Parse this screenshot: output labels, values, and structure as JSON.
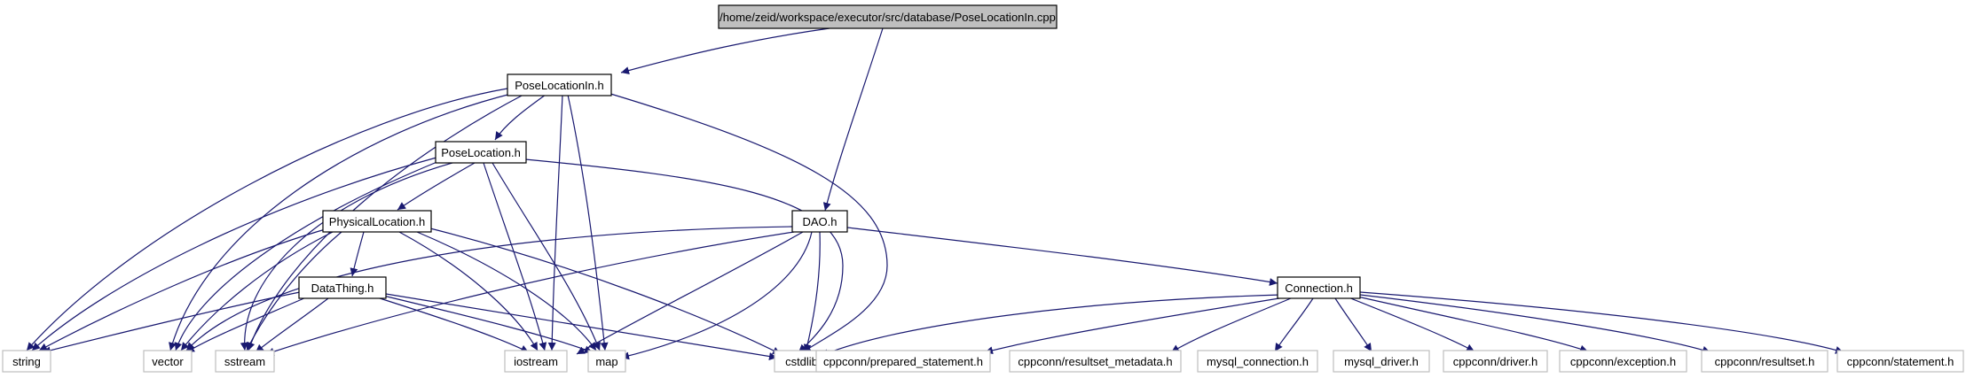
{
  "diagram": {
    "colors": {
      "edge": "#191970",
      "main_fill": "#bfbfbf",
      "local_border": "#000000",
      "system_border": "#bfbfbf",
      "background": "#ffffff"
    },
    "nodes": {
      "main": "/home/zeid/workspace/executor/src/database/PoseLocationIn.cpp",
      "poselocationin_h": "PoseLocationIn.h",
      "poselocation_h": "PoseLocation.h",
      "physicallocation_h": "PhysicalLocation.h",
      "datathing_h": "DataThing.h",
      "dao_h": "DAO.h",
      "connection_h": "Connection.h",
      "string": "string",
      "vector": "vector",
      "sstream": "sstream",
      "iostream": "iostream",
      "map": "map",
      "cstdlib": "cstdlib",
      "prepared_statement": "cppconn/prepared_statement.h",
      "resultset_metadata": "cppconn/resultset_metadata.h",
      "mysql_connection": "mysql_connection.h",
      "mysql_driver": "mysql_driver.h",
      "driver": "cppconn/driver.h",
      "exception": "cppconn/exception.h",
      "resultset": "cppconn/resultset.h",
      "statement": "cppconn/statement.h"
    }
  }
}
